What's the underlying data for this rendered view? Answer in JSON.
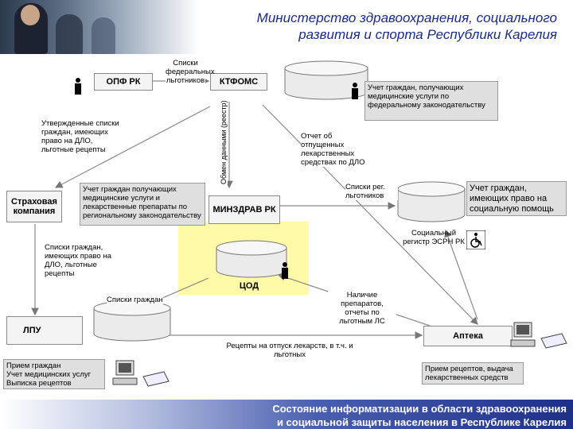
{
  "header": {
    "title_line1": "Министерство здравоохранения, социального",
    "title_line2": "развития и спорта Республики Карелия"
  },
  "footer": {
    "line1": "Состояние информатизации в области здравоохранения",
    "line2": "и социальной защиты населения в Республике Карелия"
  },
  "nodes": {
    "opf": "ОПФ РК",
    "ktfoms": "КТФОМС",
    "insurance": "Страховая компания",
    "minzdrav": "МИНЗДРАВ РК",
    "cod": "ЦОД",
    "lpu": "ЛПУ",
    "pharmacy": "Аптека",
    "register": "Социальный регистр ЭСРН РК"
  },
  "notes": {
    "federal": "Учет граждан, получающих медицинские услуги по федеральному законодательству",
    "regional": "Учет граждан получающих медицинские услуги и лекарственные препараты по региональному законодательству",
    "social": "Учет граждан, имеющих право на социальную помощь",
    "lpu": "Прием граждан\nУчет медицинских услуг\nВыписка рецептов",
    "pharmacy": "Прием рецептов, выдача лекарственных средств"
  },
  "labels": {
    "federal_lists": "Списки федеральных льготников",
    "approved_lists": "Утвержденные списки граждан, имеющих право на ДЛО, льготные рецепты",
    "exchange": "Обмен данными (реестр)",
    "report": "Отчет об отпущенных лекарственных средствах по ДЛО",
    "reg_lists": "Списки рег. льготников",
    "citizen_lists": "Списки граждан, имеющих право на ДЛО, льготные рецепты",
    "citizen_short": "Списки граждан",
    "availability": "Наличие препаратов, отчеты по льготным ЛС",
    "prescriptions": "Рецепты на отпуск лекарств, в т.ч. и льготных"
  },
  "icons": [
    "person-icon",
    "wheelchair-icon",
    "computer-icon"
  ],
  "colors": {
    "title": "#1a2a8c",
    "cod_area": "#fffaa8",
    "note_bg": "#dfdfdf",
    "node_bg": "#f4f4f4"
  }
}
